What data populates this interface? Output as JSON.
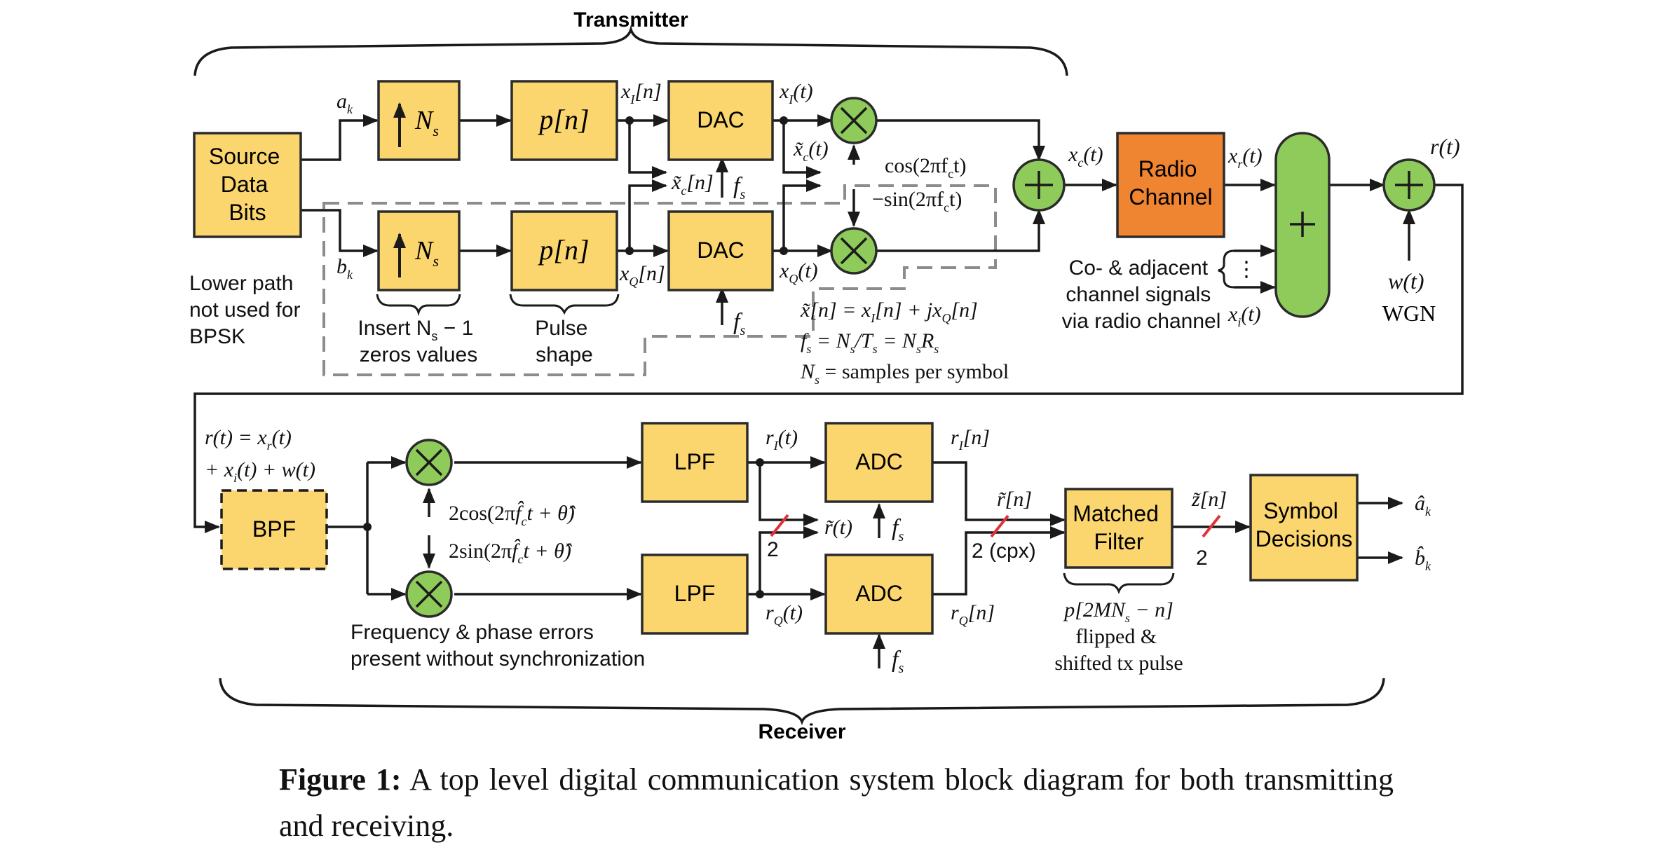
{
  "colors": {
    "block_fill": "#fbd56e",
    "block_stroke": "#2b2b2b",
    "channel_fill": "#ef8431",
    "node_fill": "#8fcb5a",
    "line": "#1a1a1a",
    "dashed": "#8c8c8c",
    "slash": "#e0323a"
  },
  "sections": {
    "transmitter": "Transmitter",
    "receiver": "Receiver"
  },
  "blocks": {
    "source": [
      "Source",
      "Data",
      "Bits"
    ],
    "upsample": "N",
    "upsample_sub": "s",
    "pulse": "p[n]",
    "dac": "DAC",
    "radio_channel": [
      "Radio",
      "Channel"
    ],
    "bpf": "BPF",
    "lpf": "LPF",
    "adc": "ADC",
    "matched_filter": [
      "Matched",
      "Filter"
    ],
    "symbol_decisions": [
      "Symbol",
      "Decisions"
    ]
  },
  "annotations": {
    "lower_path": [
      "Lower path",
      "not used for",
      "BPSK"
    ],
    "insert": [
      "Insert N",
      "s",
      " − 1",
      "zeros values"
    ],
    "pulse_shape": [
      "Pulse",
      "shape"
    ],
    "cochannel": [
      "Co- & adjacent",
      "channel signals",
      "via radio channel"
    ],
    "wgn": "WGN",
    "sync_note": [
      "Frequency & phase errors",
      "present without synchronization"
    ],
    "cpx": "2 (cpx)",
    "two": "2",
    "flipped": [
      "flipped &",
      "shifted tx pulse"
    ]
  },
  "math": {
    "ak": "a",
    "bk": "b",
    "k": "k",
    "xI_n": "x",
    "xQ_n": "x",
    "xI_t": "x",
    "xQ_t": "x",
    "xc_n": "x̃",
    "xc_t": "x̃",
    "cos": "cos(2πf",
    "sin": "−sin(2πf",
    "c_t": "c",
    "t_close": "t)",
    "fs": "f",
    "s": "s",
    "xc_sum": "x",
    "xr": "x",
    "xi": "x",
    "rt": "r(t)",
    "wt": "w(t)",
    "eq1": "x̃[n] = x",
    "eq1b": "[n] + jx",
    "eq1c": "[n]",
    "eq2a": "f",
    "eq2b": " = N",
    "eq2c": "/T",
    "eq2d": " = N",
    "eq2e": "R",
    "eq3a": "N",
    "eq3b": " = samples per symbol",
    "rt_eq1": "r(t) = x",
    "rt_eq1b": "(t)",
    "rt_eq2": "+ x",
    "rt_eq2b": "(t) + w(t)",
    "cos_rx": "2cos(2π",
    "sin_rx": "2sin(2π",
    "fhat": "f̂",
    "t_theta": "t + θ̂)",
    "rI_t": "r",
    "rQ_t": "r",
    "r_tilde_t": "r̃(t)",
    "rI_n": "r",
    "rQ_n": "r",
    "r_tilde_n": "r̃[n]",
    "z_tilde_n": "z̃[n]",
    "pflip": "p[2MN",
    "pflip_b": " − n]",
    "ahat": "â",
    "bhat": "b̂",
    "I": "I",
    "Q": "Q",
    "c": "c",
    "r": "r",
    "i": "i",
    "paren_n": "[n]",
    "paren_t": "(t)"
  },
  "caption": {
    "label": "Figure 1:",
    "text": "A top level digital communication system block diagram for both transmitting and receiving."
  }
}
